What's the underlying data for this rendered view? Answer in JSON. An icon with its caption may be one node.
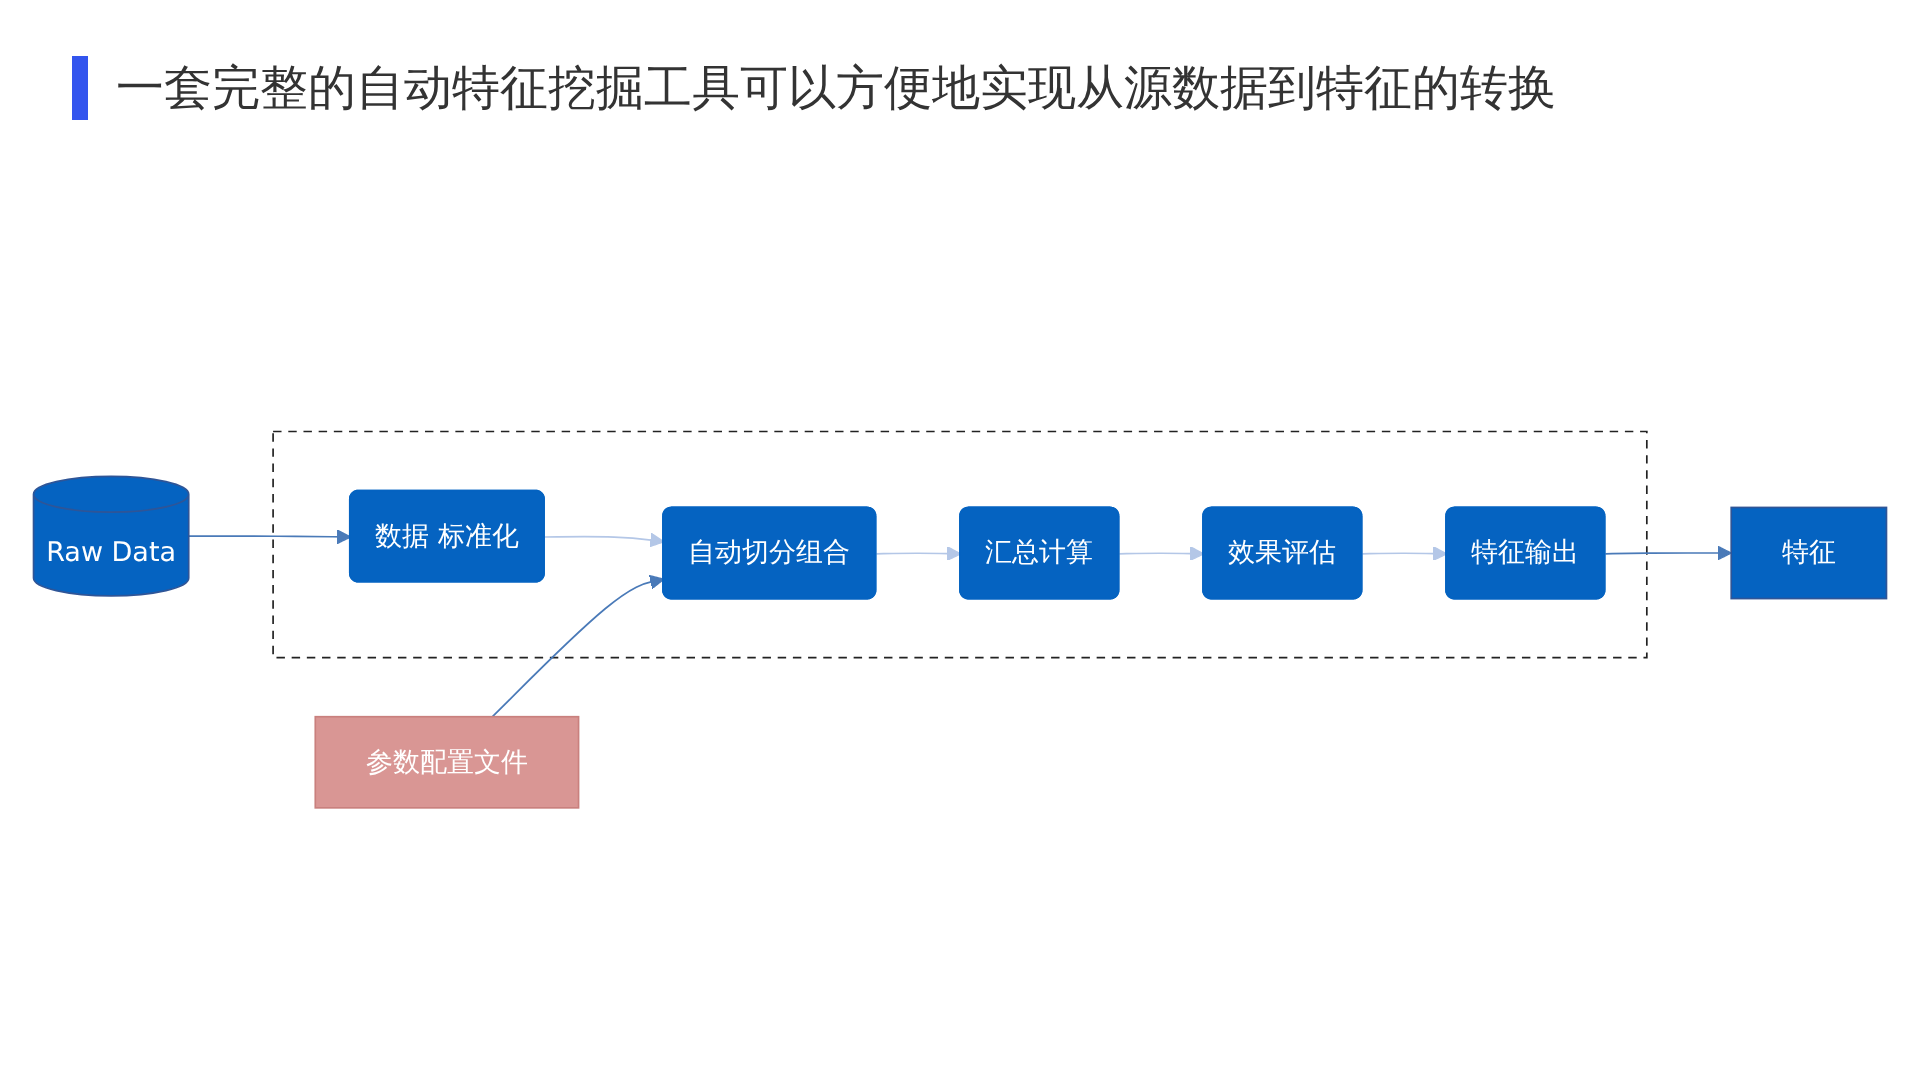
{
  "diagram": {
    "title": "一套完整的自动特征挖掘工具可以方便地实现从源数据到特征的转换",
    "nodes": [
      {
        "text": [
          "Raw Data"
        ]
      },
      {
        "text": [],
        "shape": "box"
      },
      {
        "text": [
          "数据 标准化"
        ],
        "in": 1
      },
      {
        "text": [
          "自动切分组合"
        ],
        "in": 1
      },
      {
        "text": [
          "汇总计算"
        ],
        "in": 1
      },
      {
        "text": [
          "效果评估"
        ],
        "in": 1
      },
      {
        "text": [
          "特征输出"
        ],
        "in": 1
      },
      {
        "text": [
          "特征"
        ]
      },
      {
        "text": [
          "参数配置文件"
        ]
      }
    ],
    "edges": [
      {
        "from": 0,
        "to": 2,
        "arrow": "to",
        "color": "#4a7ab8"
      },
      {
        "from": 2,
        "to": 3,
        "arrow": "to",
        "color": "#b4c7e7"
      },
      {
        "from": 3,
        "to": 4,
        "arrow": "to",
        "color": "#b4c7e7"
      },
      {
        "from": 4,
        "to": 5,
        "arrow": "to",
        "color": "#b4c7e7"
      },
      {
        "from": 5,
        "to": 6,
        "arrow": "to",
        "color": "#b4c7e7"
      },
      {
        "from": 6,
        "to": 7,
        "arrow": "to",
        "color": "#4a7ab8"
      },
      {
        "from": 8,
        "to": 3,
        "arrow": "to",
        "color": "#4a7ab8"
      }
    ]
  }
}
